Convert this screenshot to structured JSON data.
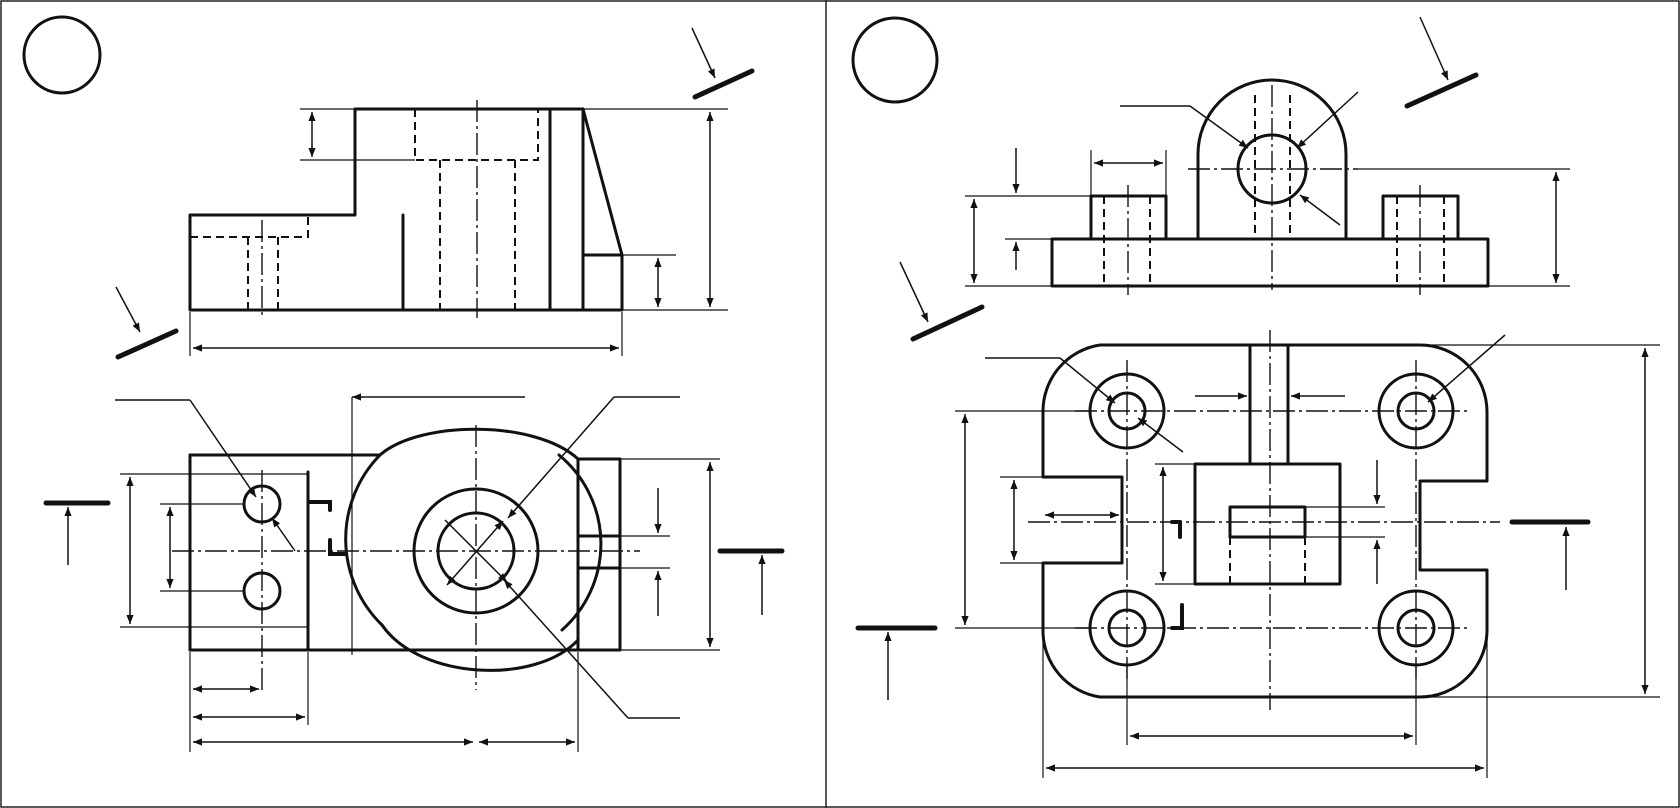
{
  "sheet": {
    "panels": [
      {
        "id": "left-drawing",
        "label_circle": ""
      },
      {
        "id": "right-drawing",
        "label_circle": ""
      }
    ],
    "colors": {
      "line": "#111111",
      "background": "#ffffff"
    },
    "icons": [
      "label-circle",
      "section-arrow",
      "roughness-symbol"
    ]
  }
}
